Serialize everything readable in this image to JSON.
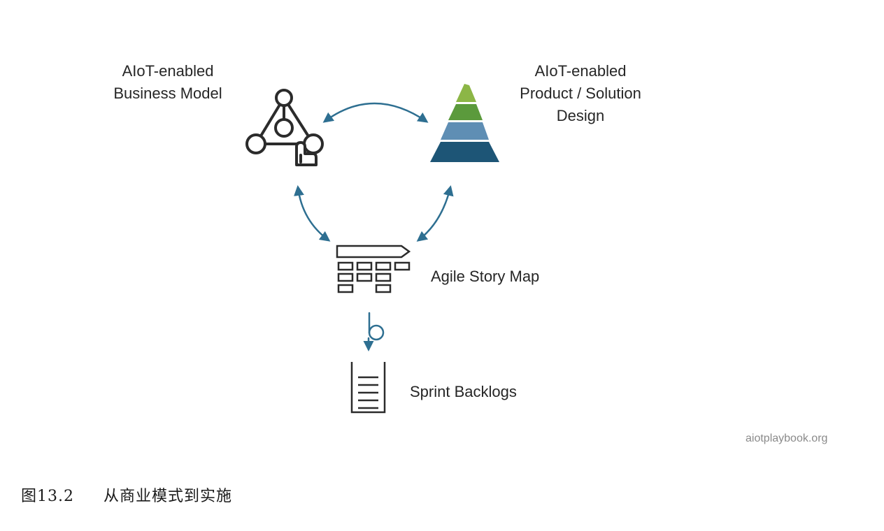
{
  "nodes": {
    "business_model": {
      "line1": "AIoT-enabled",
      "line2": "Business Model"
    },
    "product_design": {
      "line1": "AIoT-enabled",
      "line2": "Product / Solution",
      "line3": "Design"
    },
    "story_map": {
      "label": "Agile Story Map"
    },
    "sprint_backlogs": {
      "label": "Sprint Backlogs"
    }
  },
  "credit": "aiotplaybook.org",
  "caption": {
    "number": "图13.2",
    "text": "从商业模式到实施"
  },
  "colors": {
    "arrow": "#2e6f91",
    "icon_stroke": "#2b2b2b",
    "pyramid_tiers": [
      "#8cb646",
      "#5b9a3c",
      "#5f8eb4",
      "#1d5576"
    ],
    "credit_text": "#8a8a8a"
  },
  "icons": [
    "network-hand-icon",
    "pyramid-icon",
    "story-map-icon",
    "b-flow-icon",
    "backlog-list-icon"
  ]
}
